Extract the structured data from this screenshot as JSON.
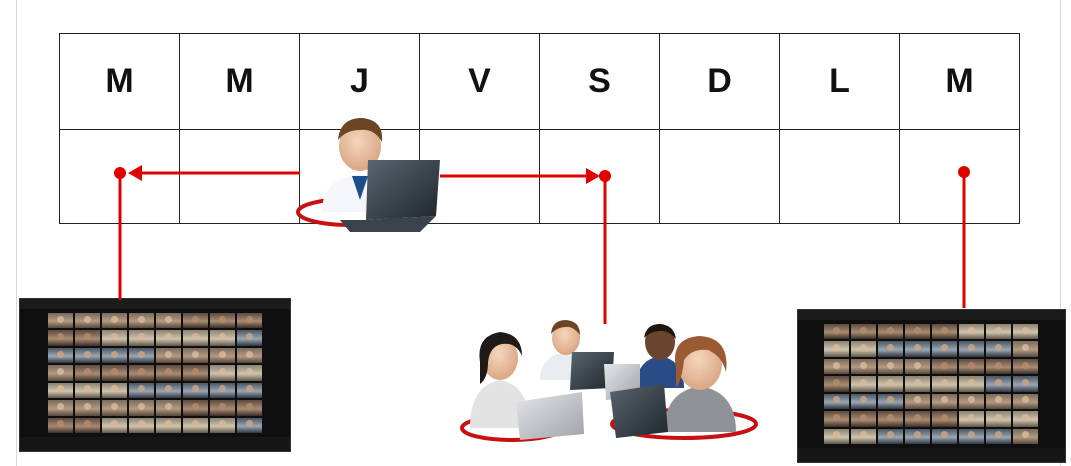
{
  "days": [
    "M",
    "M",
    "J",
    "V",
    "S",
    "D",
    "L",
    "M"
  ],
  "icons": {
    "presenter": "person-with-laptop-icon",
    "group": "people-with-laptops-icon",
    "left_screen": "video-conference-grid-screenshot",
    "right_screen": "video-conference-grid-screenshot"
  },
  "colors": {
    "accent": "#e00000",
    "grid_line": "#222222",
    "screen_bg": "#0f0f0f"
  }
}
